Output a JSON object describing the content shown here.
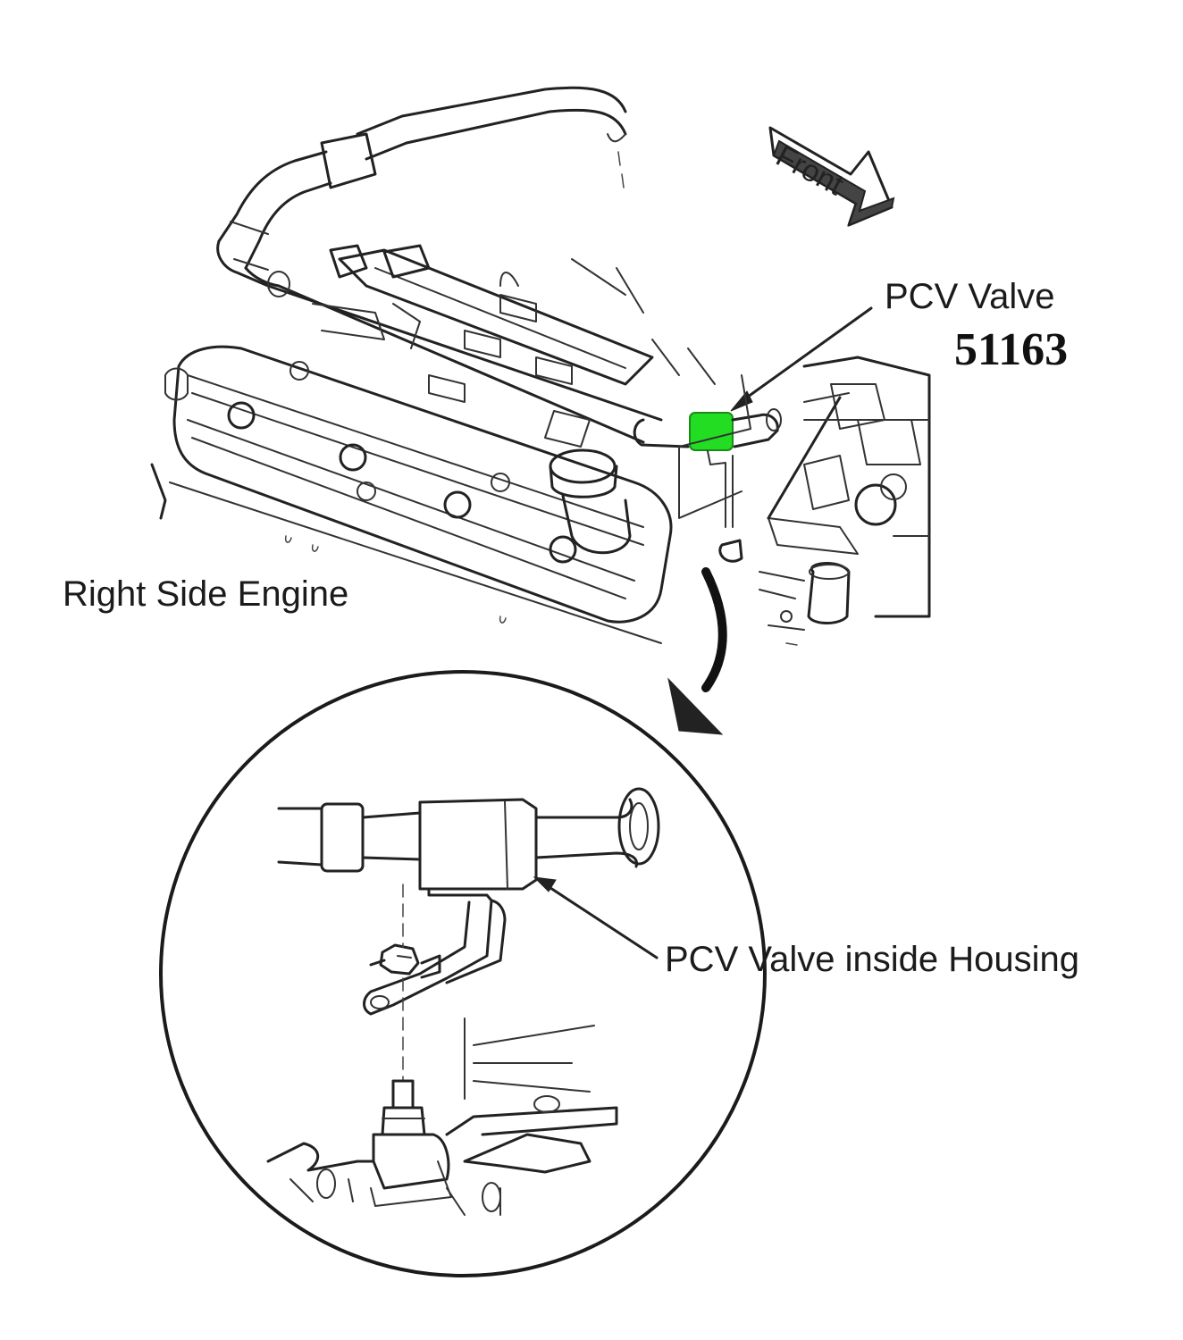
{
  "labels": {
    "pcv_valve": "PCV Valve",
    "part_number": "51163",
    "right_side_engine": "Right Side Engine",
    "pcv_inside_housing": "PCV Valve inside Housing",
    "front": "Front"
  },
  "colors": {
    "highlight": "#22dd22",
    "line": "#222222",
    "background": "#ffffff"
  }
}
